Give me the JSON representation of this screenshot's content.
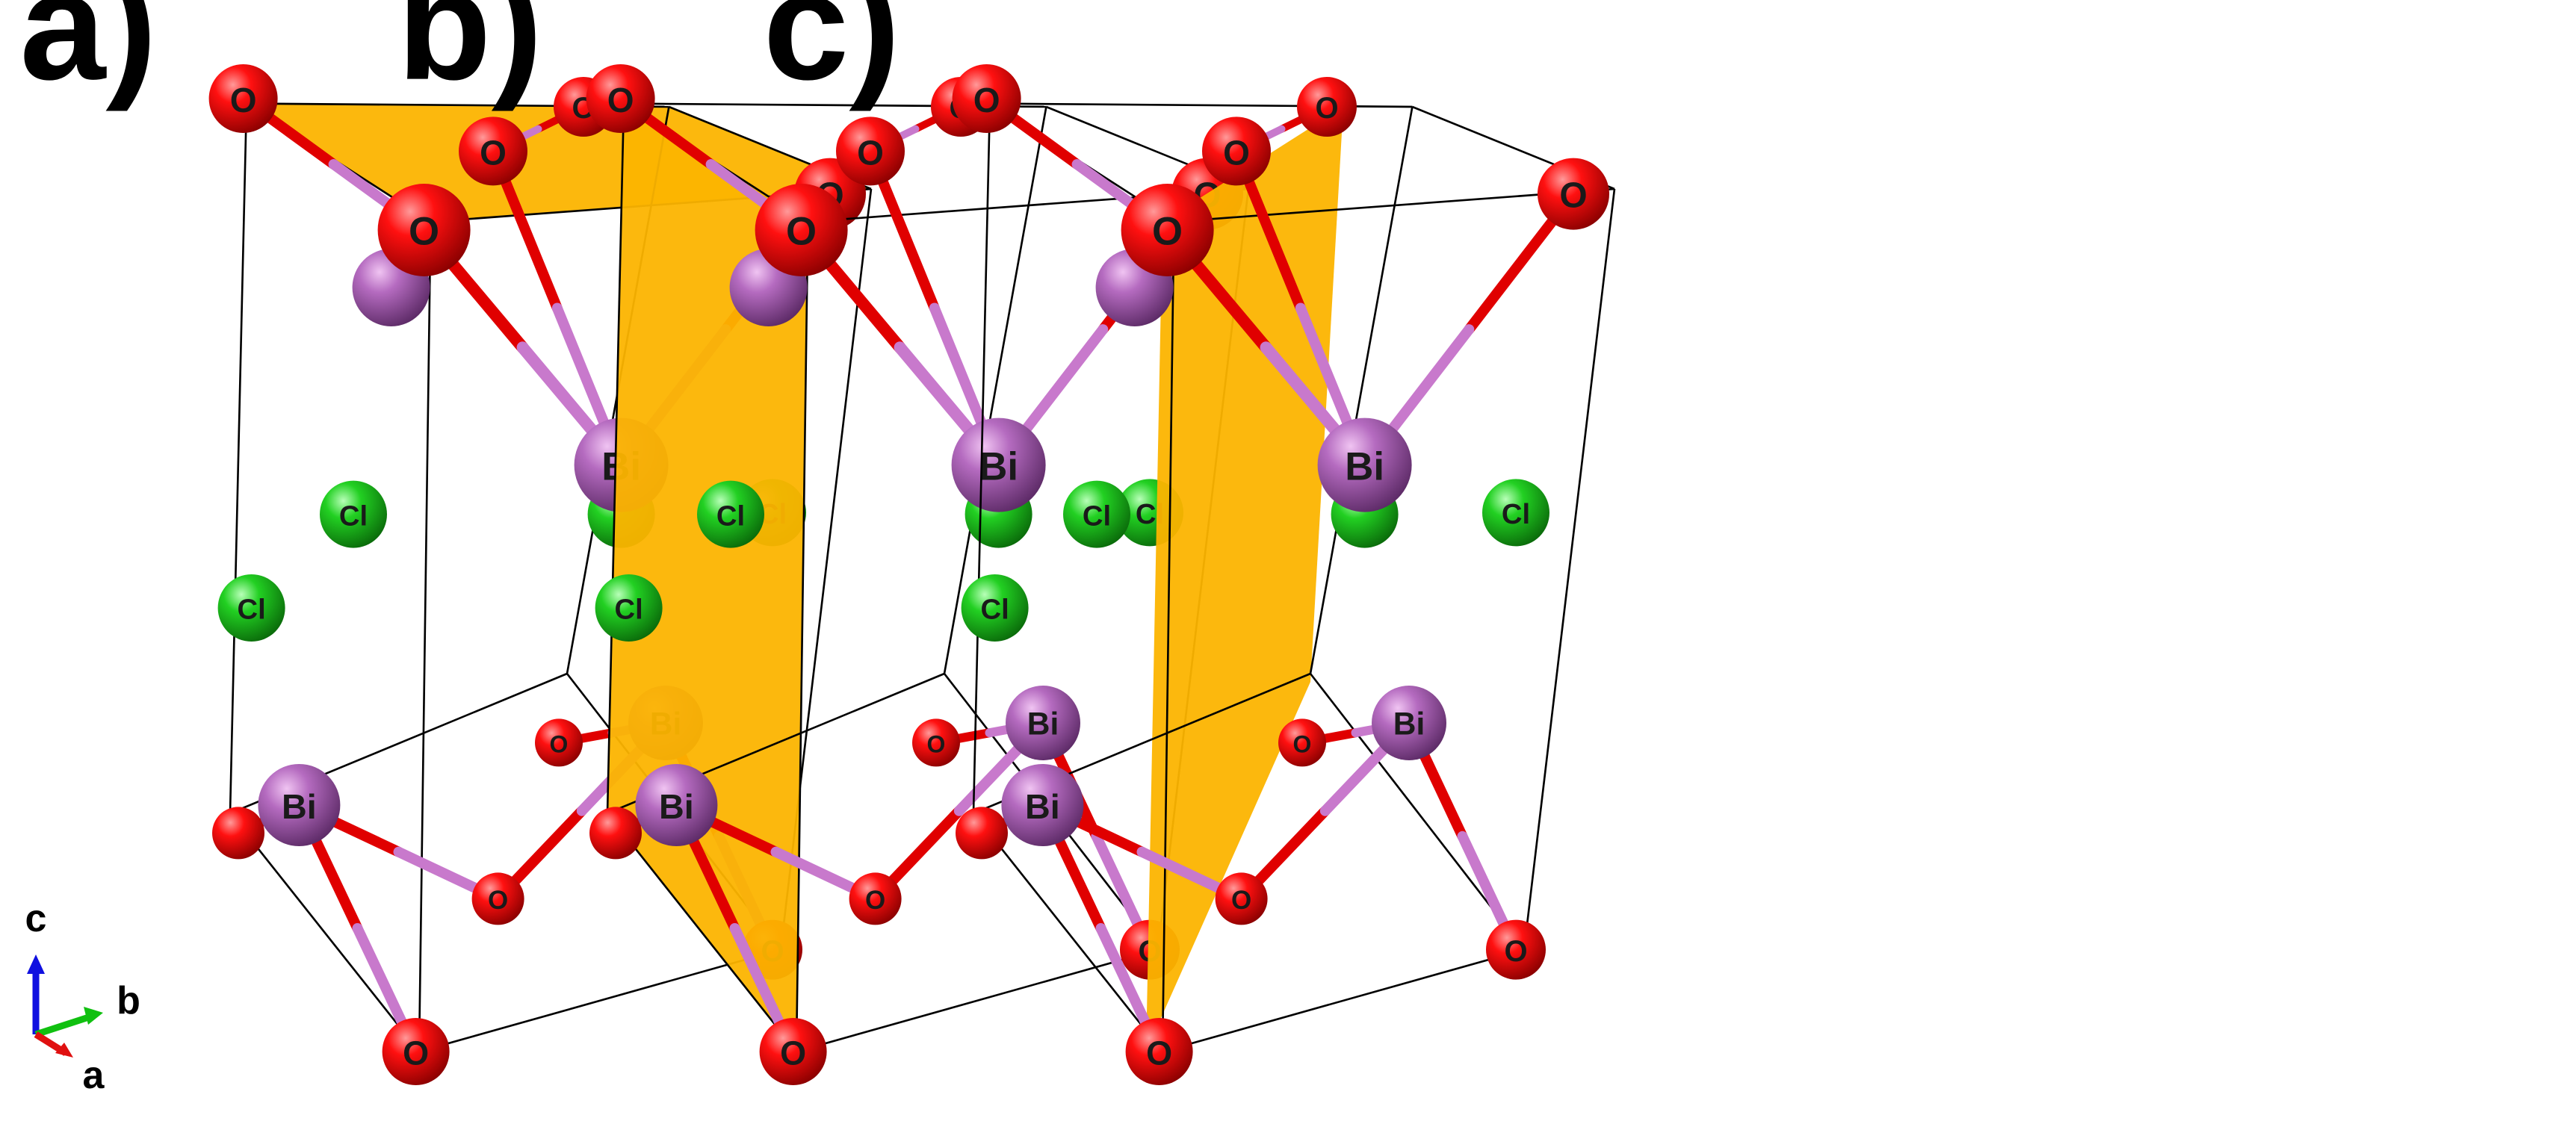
{
  "panels": [
    {
      "label": "a)",
      "plane": "top"
    },
    {
      "label": "b)",
      "plane": "side"
    },
    {
      "label": "c)",
      "plane": "diagonal"
    }
  ],
  "atoms": {
    "oxygen_label": "O",
    "bismuth_label": "Bi",
    "chlorine_label": "Cl"
  },
  "axes": {
    "c": "c",
    "b": "b",
    "a": "a"
  },
  "colors": {
    "oxygen": "#e00000",
    "bismuth": "#a45bb0",
    "chlorine": "#1ec21e",
    "plane": "#fcb400",
    "bond_oxygen": "#e00000",
    "bond_bismuth": "#c879cc",
    "cell_edge": "#000000",
    "axis_c": "#1010e0",
    "axis_b": "#10c010",
    "axis_a": "#e01010"
  }
}
